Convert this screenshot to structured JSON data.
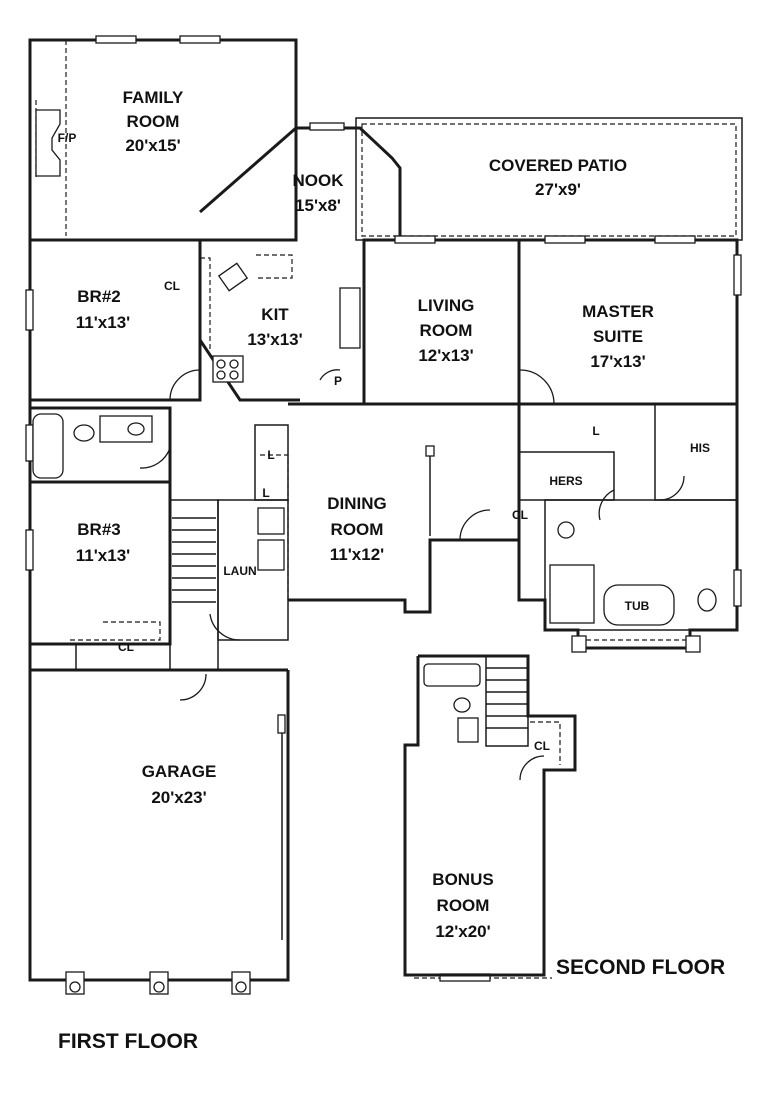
{
  "rooms": {
    "family": {
      "name": "FAMILY ROOM",
      "name_l1": "FAMILY",
      "name_l2": "ROOM",
      "size": "20'x15'"
    },
    "nook": {
      "name": "NOOK",
      "size": "15'x8'"
    },
    "patio": {
      "name": "COVERED PATIO",
      "size": "27'x9'"
    },
    "br2": {
      "name": "BR#2",
      "size": "11'x13'"
    },
    "kit": {
      "name": "KIT",
      "size": "13'x13'"
    },
    "living": {
      "name_l1": "LIVING",
      "name_l2": "ROOM",
      "size": "12'x13'"
    },
    "master": {
      "name_l1": "MASTER",
      "name_l2": "SUITE",
      "size": "17'x13'"
    },
    "dining": {
      "name_l1": "DINING",
      "name_l2": "ROOM",
      "size": "11'x12'"
    },
    "br3": {
      "name": "BR#3",
      "size": "11'x13'"
    },
    "garage": {
      "name": "GARAGE",
      "size": "20'x23'"
    },
    "bonus": {
      "name_l1": "BONUS",
      "name_l2": "ROOM",
      "size": "12'x20'"
    }
  },
  "fixtures": {
    "fireplace": "F/P",
    "closet": "CL",
    "laundry": "LAUN",
    "linen": "L",
    "pantry": "P",
    "hers": "HERS",
    "his": "HIS",
    "tub": "TUB"
  },
  "floors": {
    "first": "FIRST FLOOR",
    "second": "SECOND FLOOR"
  }
}
